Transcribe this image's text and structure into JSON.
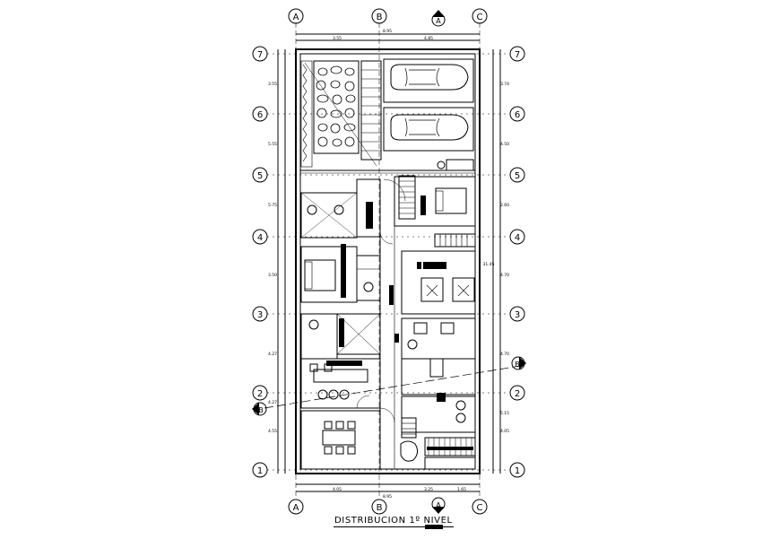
{
  "title": "DISTRIBUCION 1º NIVEL",
  "grid": {
    "columns": [
      "A",
      "B",
      "C"
    ],
    "rows": [
      "7",
      "6",
      "5",
      "4",
      "3",
      "2",
      "1"
    ],
    "section_marks": [
      "A",
      "B"
    ]
  },
  "dimensions": {
    "top_total": "8.95",
    "top_parts": [
      "3.55",
      "4.85"
    ],
    "bottom_parts": [
      "4.05",
      "3.25",
      "1.65"
    ],
    "bottom_total": "8.95",
    "left_parts": [
      "3.55",
      "5.55",
      "5.75",
      "3.50",
      "4.27",
      "4.27",
      "4.55"
    ],
    "right_parts": [
      "3.74",
      "4.50",
      "2.60",
      "4.70",
      "4.70",
      "5.15",
      "4.05"
    ],
    "right_total": "31.45"
  },
  "colors": {
    "line": "#000000",
    "fill": "#000000",
    "background": "#ffffff"
  }
}
